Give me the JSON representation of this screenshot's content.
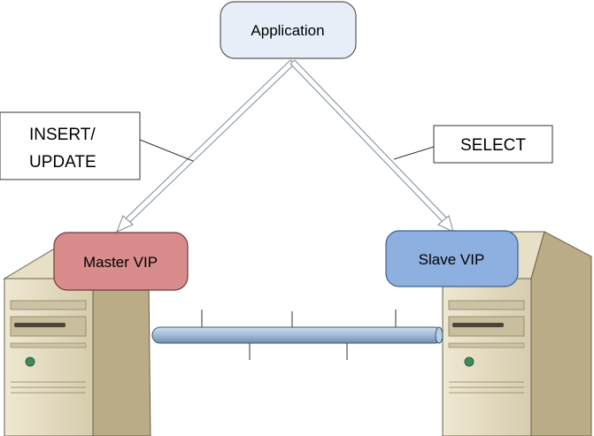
{
  "application": {
    "label": "Application",
    "fill": "#e8eef8",
    "stroke": "#5a5a5a"
  },
  "master_vip": {
    "label": "Master VIP",
    "fill": "#d98c8c",
    "stroke": "#6e3a3a"
  },
  "slave_vip": {
    "label": "Slave VIP",
    "fill": "#8db0e0",
    "stroke": "#3e5f8f"
  },
  "callout_write": {
    "line1": "INSERT/",
    "line2": "UPDATE"
  },
  "callout_read": {
    "label": "SELECT"
  },
  "server": {
    "body_color": "#d8cfb3",
    "shadow_color": "#a89a72"
  },
  "network_bus": {
    "color": "#9fbcd6",
    "stroke": "#3d5870"
  },
  "icons": [
    "master-server-icon",
    "slave-server-icon",
    "network-cable-icon"
  ]
}
